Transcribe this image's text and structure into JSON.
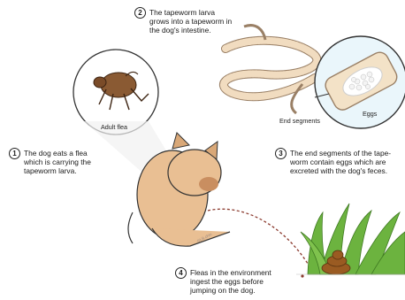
{
  "steps": [
    {
      "number": "1",
      "text": "The dog eats a flea\nwhich is carrying the\ntapeworm larva."
    },
    {
      "number": "2",
      "text": "The tapeworm larva\ngrows into a tapeworm in\nthe dog's intestine."
    },
    {
      "number": "3",
      "text": "The end segments of the tape-\nworm contain eggs which are\nexcreted with the dog's feces."
    },
    {
      "number": "4",
      "text": "Fleas in the environment\ningest the eggs before\njumping on the dog."
    }
  ],
  "labels": {
    "adult_flea": "Adult flea",
    "end_segments": "End segments",
    "eggs": "Eggs",
    "signature": "©Lili.chin"
  },
  "colors": {
    "dog": "#e9bf93",
    "tapeworm": "#f1dcc0",
    "flea": "#8a5a33",
    "grass": "#6cb33f",
    "feces": "#9a5b22",
    "path": "#8b3a2e",
    "magnifier": "#eaf6fb"
  }
}
